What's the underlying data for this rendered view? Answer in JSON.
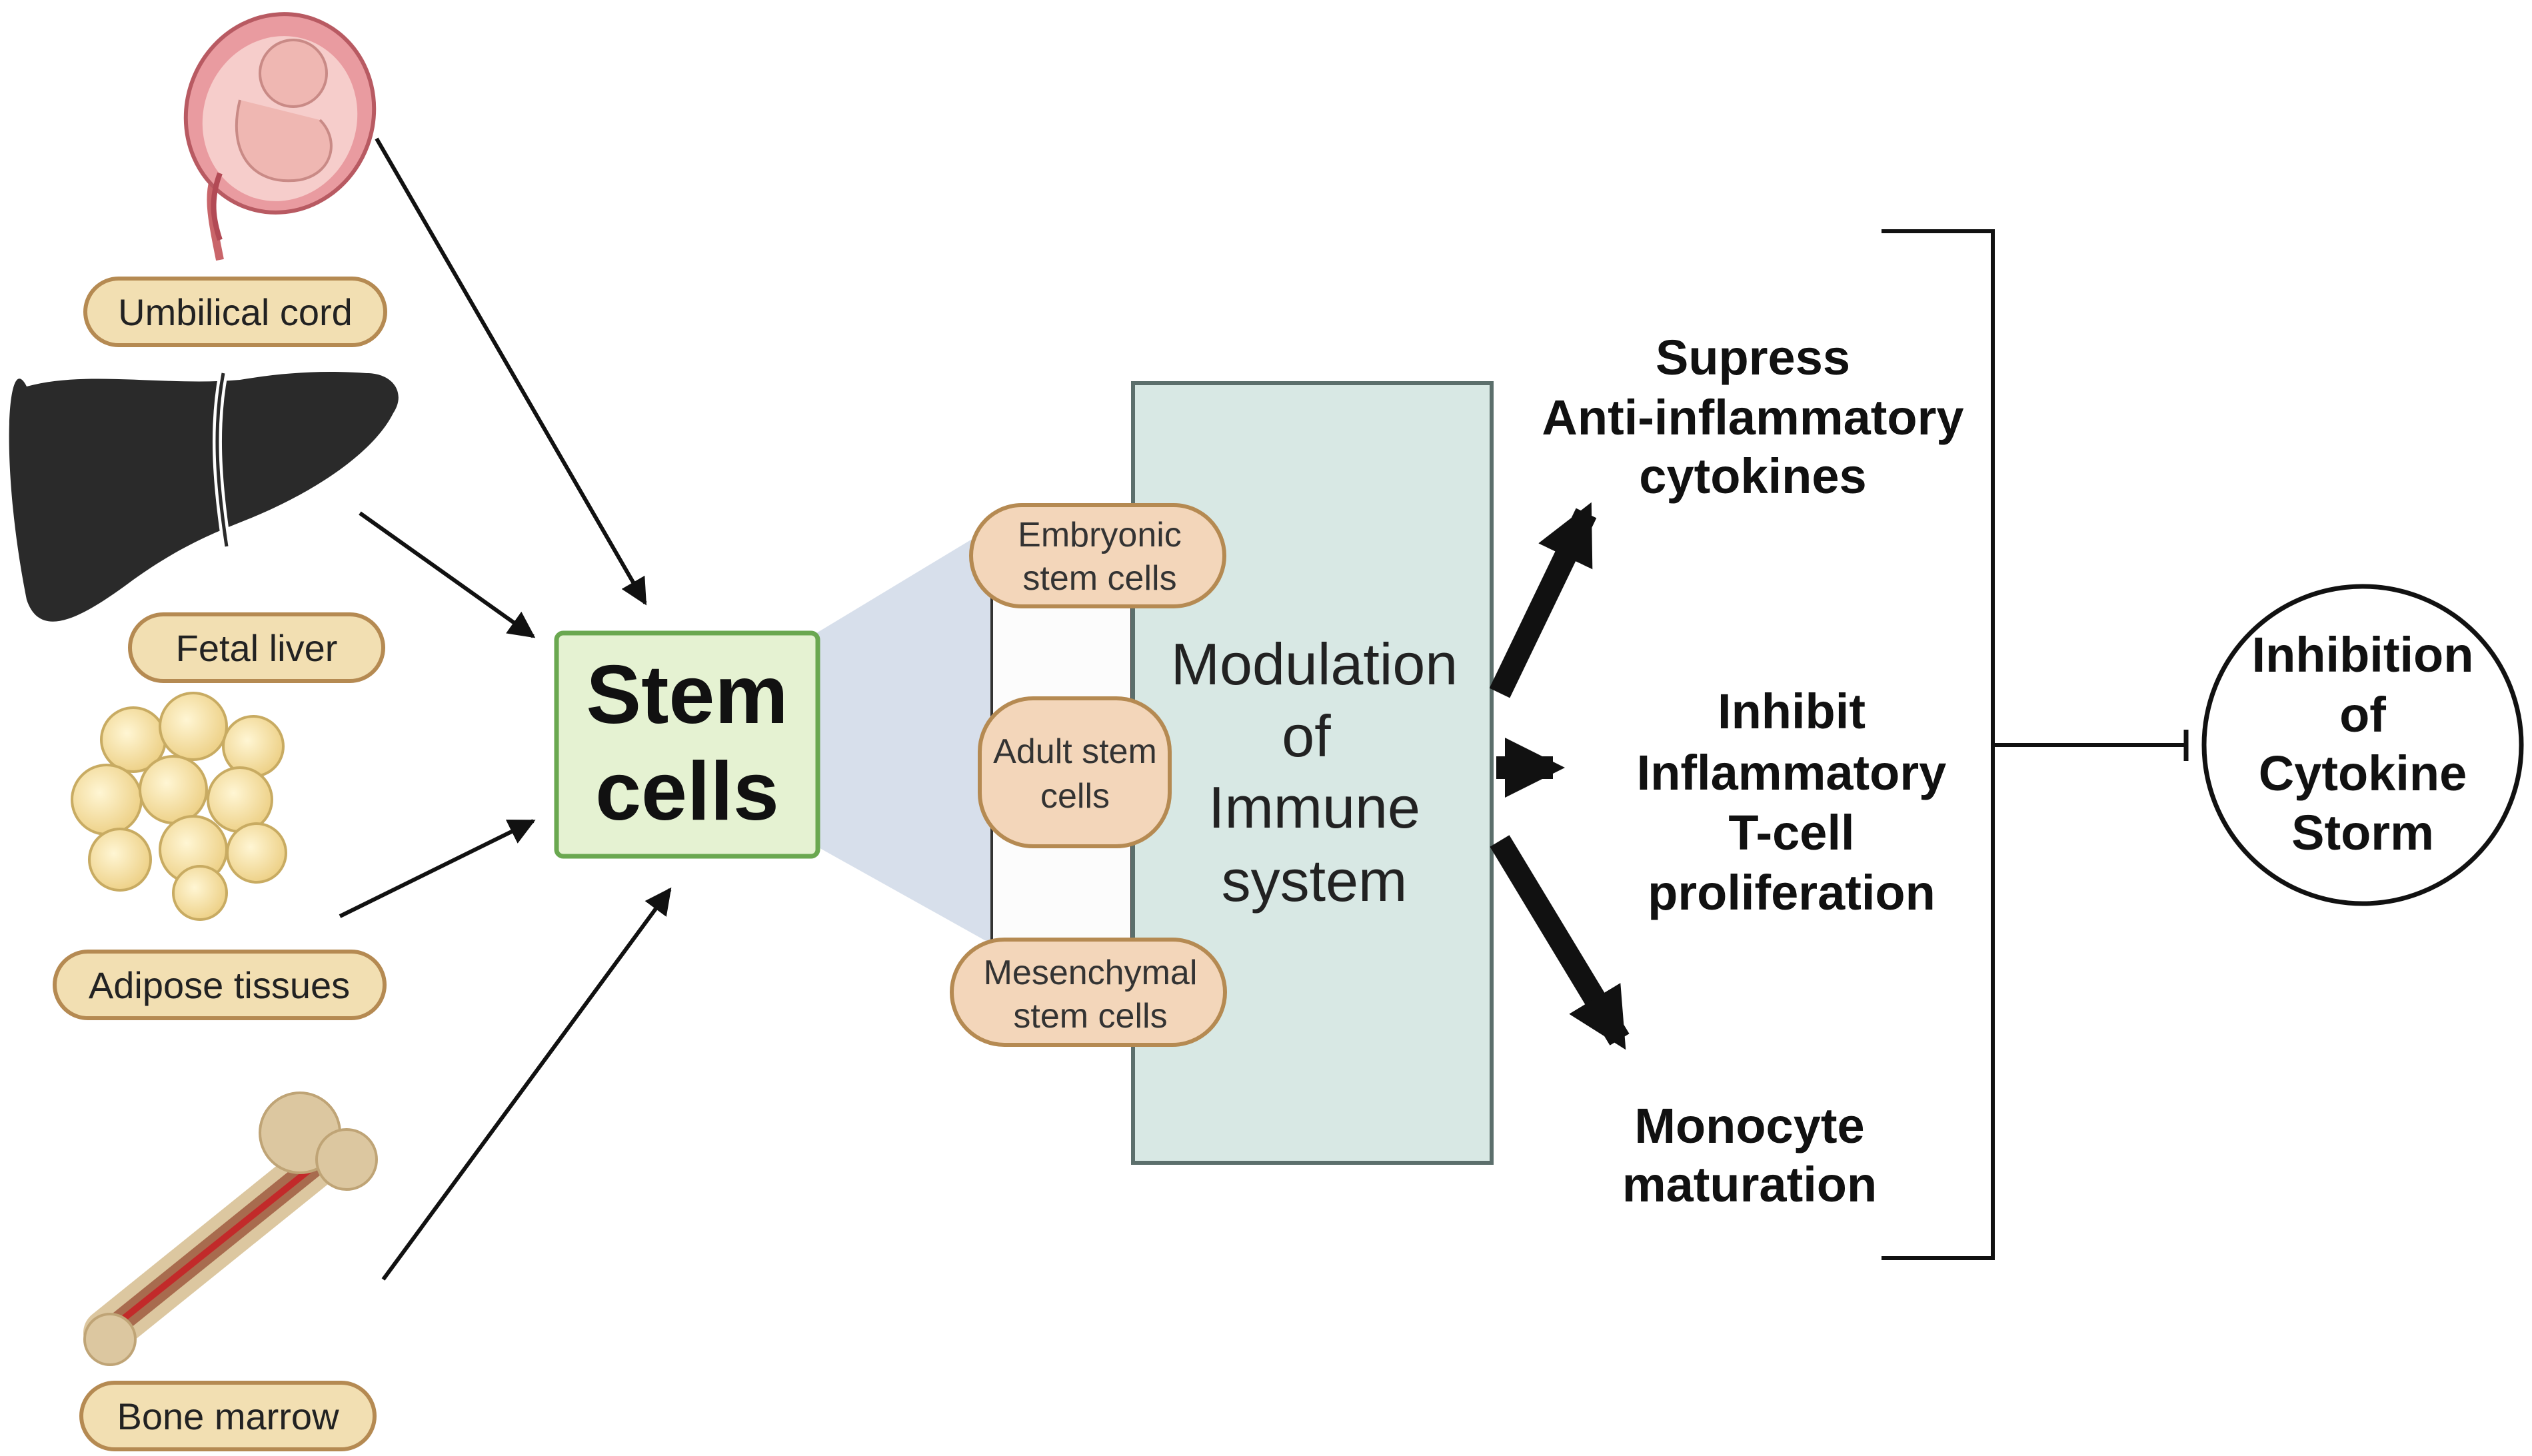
{
  "sources": [
    {
      "id": "umbilical",
      "label": "Umbilical cord",
      "icon": "fetus-in-womb-icon"
    },
    {
      "id": "liver",
      "label": "Fetal liver",
      "icon": "liver-icon"
    },
    {
      "id": "adipose",
      "label": "Adipose tissues",
      "icon": "fat-cells-icon"
    },
    {
      "id": "bone",
      "label": "Bone marrow",
      "icon": "femur-bone-icon"
    }
  ],
  "stem_cells": {
    "line1": "Stem",
    "line2": "cells"
  },
  "stem_cell_types": [
    {
      "line1": "Embryonic",
      "line2": "stem cells"
    },
    {
      "line1": "Adult stem",
      "line2": "cells"
    },
    {
      "line1": "Mesenchymal",
      "line2": "stem cells"
    }
  ],
  "modulation": {
    "line1": "Modulation",
    "line2": "of",
    "line3": "Immune",
    "line4": "system"
  },
  "effects": [
    {
      "lines": [
        "Supress",
        "Anti-inflammatory",
        "cytokines"
      ]
    },
    {
      "lines": [
        "Inhibit",
        "Inflammatory",
        "T-cell",
        "proliferation"
      ]
    },
    {
      "lines": [
        "Monocyte",
        "maturation"
      ]
    }
  ],
  "outcome": {
    "lines": [
      "Inhibition",
      "of",
      "Cytokine",
      "Storm"
    ]
  },
  "colors": {
    "pill_umbilical_fill": "#f2dfb2",
    "pill_type_fill": "#f3d6ba",
    "pill_stroke": "#b58a52",
    "stem_box_fill": "#e5f2d2",
    "stem_box_stroke": "#6aa850",
    "immune_box_fill": "#d8e8e4",
    "immune_box_stroke": "#5c6f6c",
    "funnel_fill": "#d7dfeb",
    "liver": "#2a2a2a",
    "fat_cell": "#f6e2a1"
  }
}
